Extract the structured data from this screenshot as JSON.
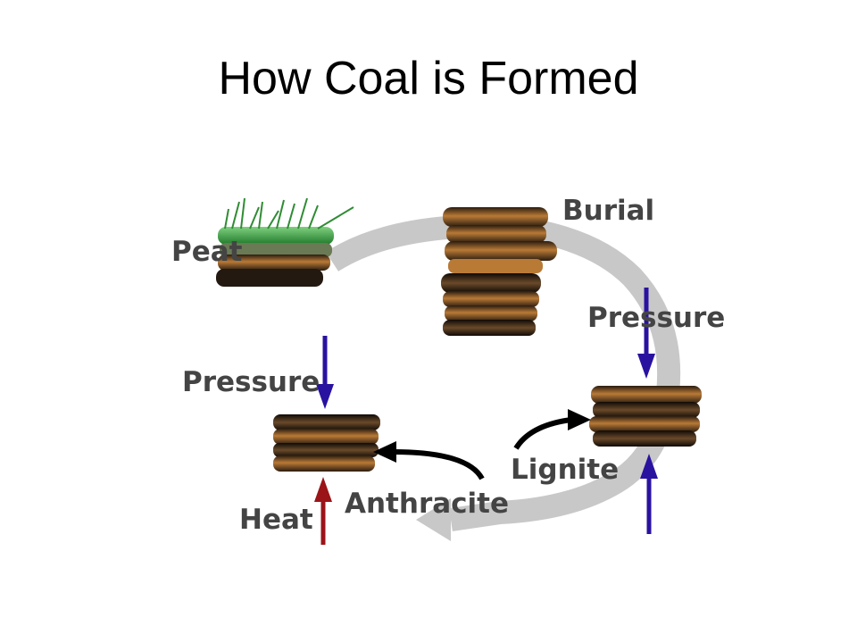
{
  "title": "How Coal is Formed",
  "labels": {
    "peat": "Peat",
    "burial": "Burial",
    "pressure_right": "Pressure",
    "pressure_left": "Pressure",
    "lignite": "Lignite",
    "anthracite": "Anthracite",
    "heat": "Heat"
  },
  "colors": {
    "cycle_arrow": "#c8c8c8",
    "pressure_arrow": "#2a12a0",
    "heat_arrow": "#9a1418",
    "process_arrow": "#000000",
    "earth": "#b06e2a",
    "coal": "#1e1610",
    "vegetation": "#3aa03a"
  }
}
